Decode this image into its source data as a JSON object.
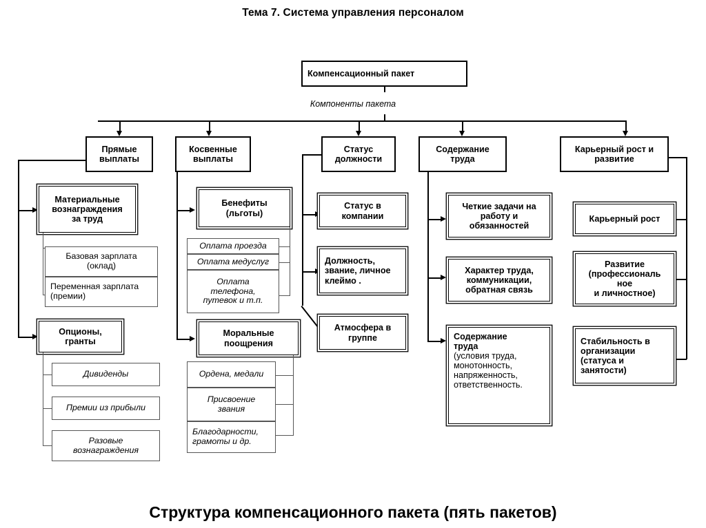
{
  "page": {
    "title": "Тема 7. Система управления персоналом",
    "caption": "Структура компенсационного пакета (пять пакетов)",
    "components_label": "Компоненты пакета",
    "root_box": "Компенсационный пакет",
    "colors": {
      "line": "#000000",
      "thin_line": "#555555",
      "background": "#ffffff",
      "text": "#000000"
    }
  },
  "categories": [
    {
      "label_line1": "Прямые",
      "label_line2": "выплаты"
    },
    {
      "label_line1": "Косвенные",
      "label_line2": "выплаты"
    },
    {
      "label_line1": "Статус",
      "label_line2": "должности"
    },
    {
      "label_line1": "Содержание",
      "label_line2": "труда"
    },
    {
      "label_line1": "Карьерный рост и",
      "label_line2": "развитие"
    }
  ],
  "column1": {
    "group1": {
      "line1": "Материальные",
      "line2": "вознаграждения",
      "line3": "за труд"
    },
    "group1_items": [
      {
        "line1": "Базовая зарплата",
        "line2": "(оклад)"
      },
      {
        "line1": "Переменная зарплата",
        "line2": "(премии)"
      }
    ],
    "group2": {
      "line1": "Опционы,",
      "line2": "гранты"
    },
    "group2_items": [
      {
        "line1": "Дивиденды",
        "line2": ""
      },
      {
        "line1": "Премии из прибыли",
        "line2": ""
      },
      {
        "line1": "Разовые",
        "line2": "вознаграждения"
      }
    ]
  },
  "column2": {
    "group1": {
      "line1": "Бенефиты",
      "line2": "(льготы)"
    },
    "group1_items": [
      {
        "line1": "Оплата проезда",
        "line2": "",
        "line3": ""
      },
      {
        "line1": "Оплата медуслуг",
        "line2": "",
        "line3": ""
      },
      {
        "line1": "Оплата",
        "line2": "телефона,",
        "line3": "путевок  и т.п."
      }
    ],
    "group2": {
      "line1": "Моральные",
      "line2": "поощрения"
    },
    "group2_items": [
      {
        "line1": "Ордена, медали",
        "line2": ""
      },
      {
        "line1": "Присвоение",
        "line2": "звания"
      },
      {
        "line1": "Благодарности,",
        "line2": "грамоты и др."
      }
    ]
  },
  "column3": {
    "items": [
      {
        "line1": "Статус в",
        "line2": "компании",
        "line3": "",
        "align": "center"
      },
      {
        "line1": "Должность,",
        "line2": "звание, личное",
        "line3": "клеймо .",
        "align": "left"
      },
      {
        "line1": "Атмосфера в",
        "line2": "группе",
        "line3": "",
        "align": "center"
      }
    ]
  },
  "column4": {
    "items": [
      {
        "line1": "Четкие задачи на",
        "line2": "работу и",
        "line3": "обязанностей",
        "align": "center"
      },
      {
        "line1": "Характер труда,",
        "line2": "коммуникации,",
        "line3": "обратная связь",
        "align": "center"
      }
    ],
    "content_box": {
      "bold_line1": "Содержание",
      "bold_line2": "труда",
      "text_line1": "(условия труда,",
      "text_line2": "монотонность,",
      "text_line3": "напряженность,",
      "text_line4": "ответственность."
    }
  },
  "column5": {
    "items": [
      {
        "line1": "Карьерный рост",
        "line2": "",
        "line3": "",
        "line4": "",
        "align": "center"
      },
      {
        "line1": "Развитие",
        "line2": "(профессиональ",
        "line3": "ное",
        "line4": "и личностное)",
        "align": "center"
      },
      {
        "line1": "Стабильность в",
        "line2": "организации",
        "line3": "(статуса и",
        "line4": "занятости)",
        "align": "left"
      }
    ]
  }
}
